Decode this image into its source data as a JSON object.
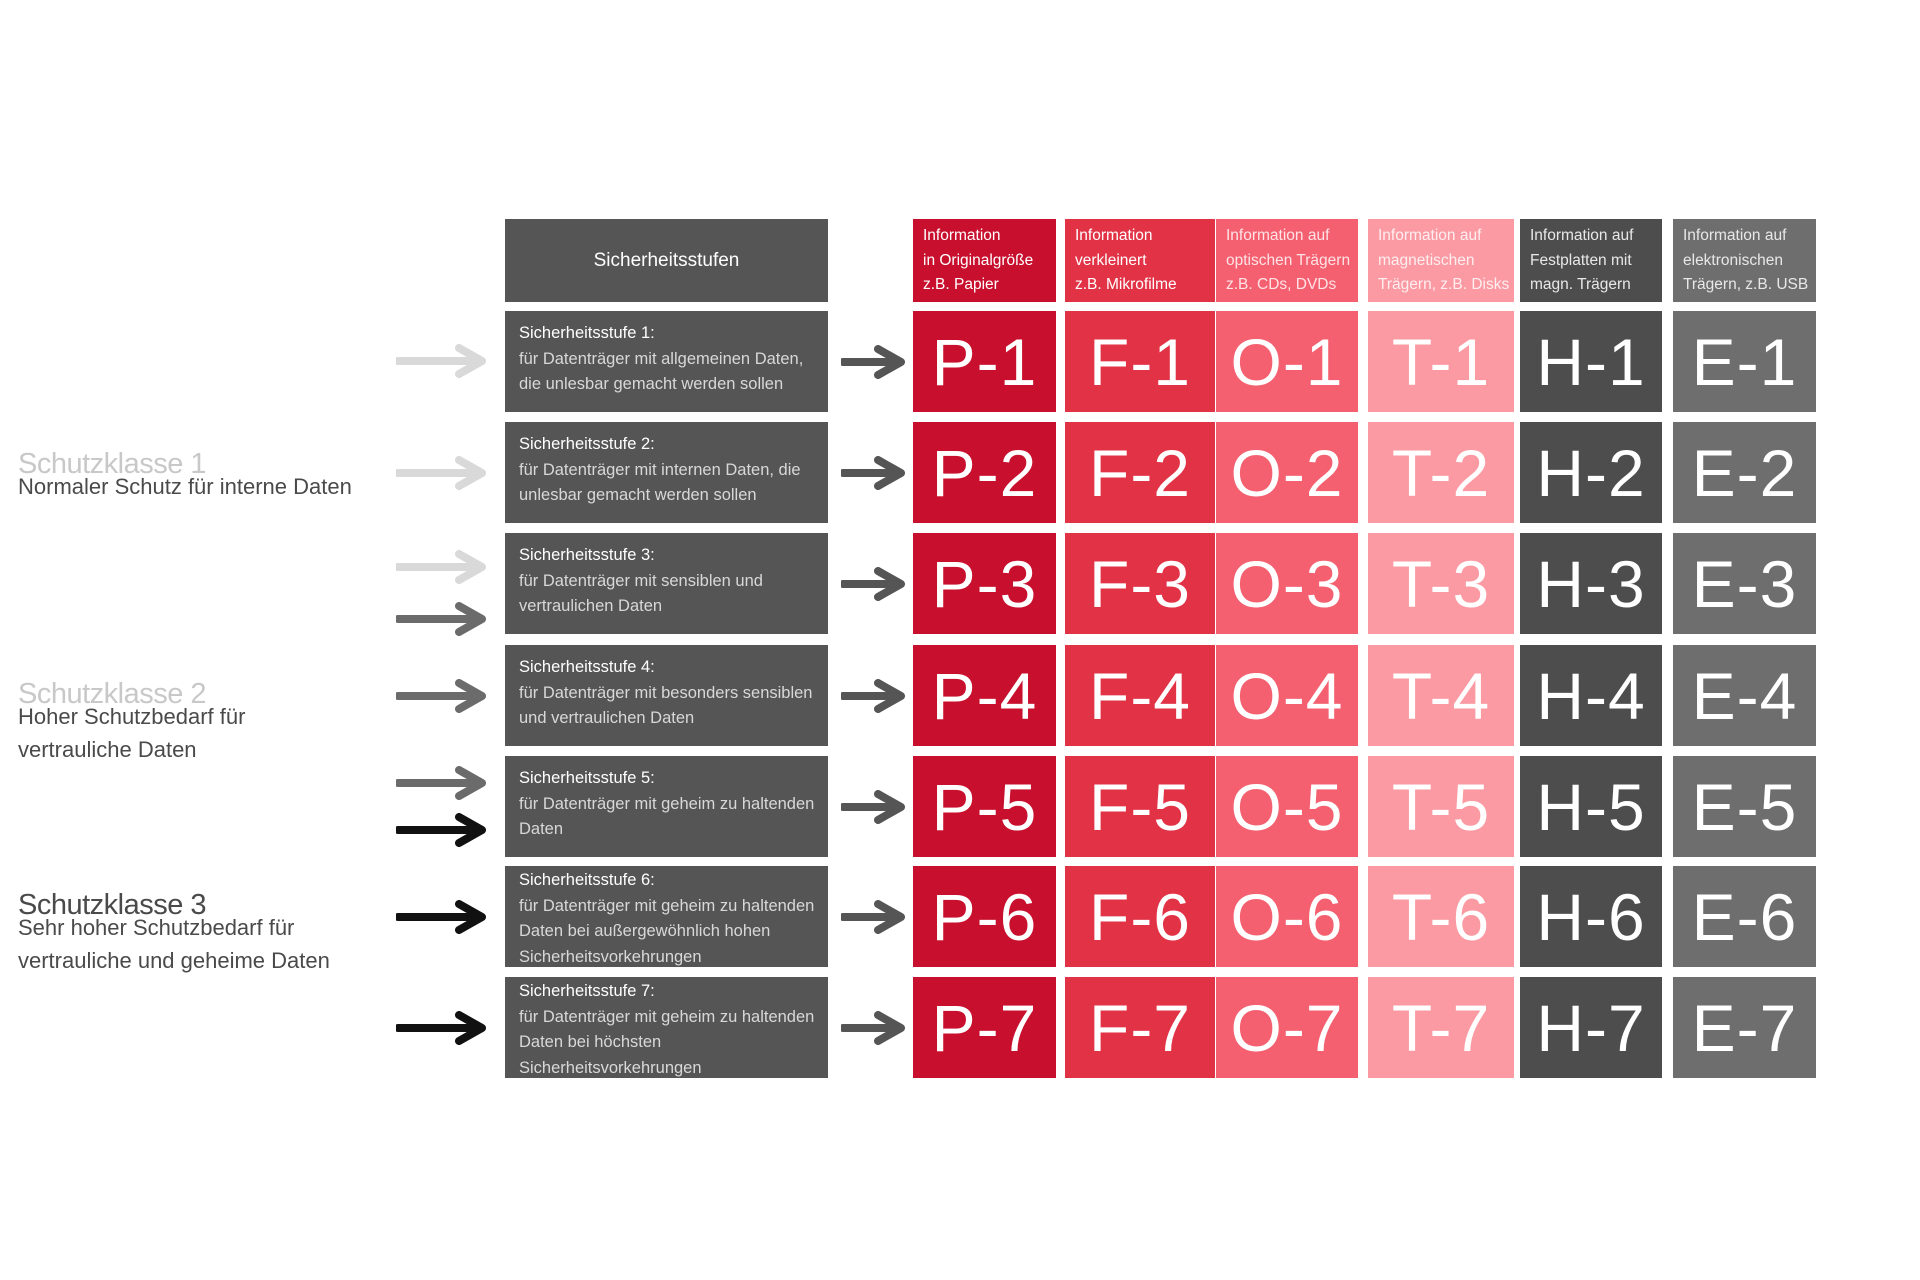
{
  "header": {
    "title": "Sicherheitsstufen"
  },
  "protection_classes": [
    {
      "title": "Schutzklasse 1",
      "desc": [
        "Normaler Schutz für interne Daten"
      ]
    },
    {
      "title": "Schutzklasse 2",
      "desc": [
        "Hoher Schutzbedarf für",
        "vertrauliche Daten"
      ]
    },
    {
      "title": "Schutzklasse 3",
      "desc": [
        "Sehr hoher Schutzbedarf für",
        "vertrauliche und geheime Daten"
      ]
    }
  ],
  "columns": [
    {
      "prefix": "P",
      "lines": [
        "Information",
        "in Originalgröße",
        "z.B. Papier"
      ],
      "color": "#c8102e",
      "text_color": "#ffffff"
    },
    {
      "prefix": "F",
      "lines": [
        "Information",
        "verkleinert",
        "z.B. Mikrofilme"
      ],
      "color": "#e23246",
      "text_color": "#ffffff"
    },
    {
      "prefix": "O",
      "lines": [
        "Information auf",
        "optischen Trägern",
        "z.B. CDs, DVDs"
      ],
      "color": "#f46070",
      "text_color": "#ffe3e6"
    },
    {
      "prefix": "T",
      "lines": [
        "Information auf",
        "magnetischen",
        "Trägern, z.B. Disks"
      ],
      "color": "#fb9aa3",
      "text_color": "#ffeef0"
    },
    {
      "prefix": "H",
      "lines": [
        "Information auf",
        "Festplatten mit",
        "magn. Trägern"
      ],
      "color": "#4d4d4d",
      "text_color": "#e8e8e8"
    },
    {
      "prefix": "E",
      "lines": [
        "Information auf",
        "elektronischen",
        "Trägern, z.B. USB"
      ],
      "color": "#6e6e6e",
      "text_color": "#e8e8e8"
    }
  ],
  "levels": [
    {
      "title": "Sicherheitsstufe 1:",
      "desc": [
        "für Datenträger mit allgemeinen Daten,",
        "die unlesbar gemacht werden sollen"
      ],
      "cells": [
        "P-1",
        "F-1",
        "O-1",
        "T-1",
        "H-1",
        "E-1"
      ]
    },
    {
      "title": "Sicherheitsstufe 2:",
      "desc": [
        "für Datenträger mit internen Daten, die",
        "unlesbar gemacht werden sollen"
      ],
      "cells": [
        "P-2",
        "F-2",
        "O-2",
        "T-2",
        "H-2",
        "E-2"
      ]
    },
    {
      "title": "Sicherheitsstufe 3:",
      "desc": [
        "für Datenträger mit sensiblen und",
        "vertraulichen Daten"
      ],
      "cells": [
        "P-3",
        "F-3",
        "O-3",
        "T-3",
        "H-3",
        "E-3"
      ]
    },
    {
      "title": "Sicherheitsstufe 4:",
      "desc": [
        "für Datenträger mit besonders sensiblen",
        "und vertraulichen Daten"
      ],
      "cells": [
        "P-4",
        "F-4",
        "O-4",
        "T-4",
        "H-4",
        "E-4"
      ]
    },
    {
      "title": "Sicherheitsstufe 5:",
      "desc": [
        "für Datenträger mit geheim zu haltenden",
        "Daten"
      ],
      "cells": [
        "P-5",
        "F-5",
        "O-5",
        "T-5",
        "H-5",
        "E-5"
      ]
    },
    {
      "title": "Sicherheitsstufe 6:",
      "desc": [
        "für Datenträger mit geheim zu haltenden",
        "Daten bei außergewöhnlich hohen",
        "Sicherheitsvorkehrungen"
      ],
      "cells": [
        "P-6",
        "F-6",
        "O-6",
        "T-6",
        "H-6",
        "E-6"
      ]
    },
    {
      "title": "Sicherheitsstufe 7:",
      "desc": [
        "für Datenträger mit geheim zu haltenden",
        "Daten bei höchsten",
        "Sicherheitsvorkehrungen"
      ],
      "cells": [
        "P-7",
        "F-7",
        "O-7",
        "T-7",
        "H-7",
        "E-7"
      ]
    }
  ],
  "arrow_colors": {
    "class1": "#d9d9d9",
    "class2": "#6b6b6b",
    "class3": "#111111",
    "mid": "#555555"
  }
}
